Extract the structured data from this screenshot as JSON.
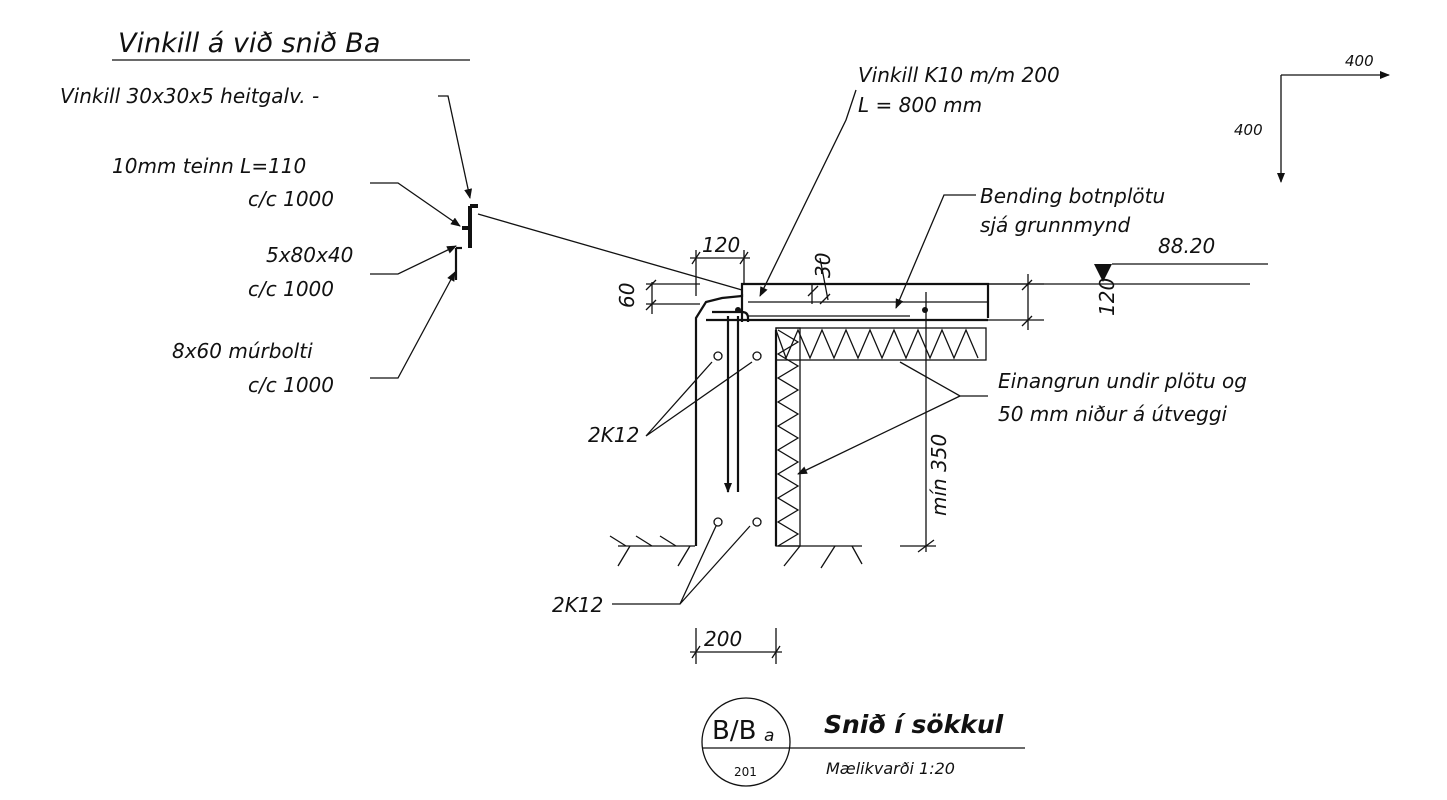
{
  "detail": {
    "title": "Vinkill á við snið Ba",
    "angle_label": "Vinkill 30x30x5 heitgalv. -",
    "rod_label_1": "10mm teinn L=110",
    "rod_label_2": "c/c 1000",
    "plate_label_1": "5x80x40",
    "plate_label_2": "c/c 1000",
    "bolt_label_1": "8x60 múrbolti",
    "bolt_label_2": "c/c 1000"
  },
  "section": {
    "angle_note_1": "Vinkill K10 m/m 200",
    "angle_note_2": "L = 800 mm",
    "bending_note_1": "Bending botnplötu",
    "bending_note_2": "sjá grunnmynd",
    "insulation_note_1": "Einangrun undir plötu og",
    "insulation_note_2": "50 mm niður á útveggi",
    "rebar_top": "2K12",
    "rebar_bottom": "2K12",
    "dim_120_top": "120",
    "dim_30": "30",
    "dim_60": "60",
    "dim_120_right": "120",
    "dim_350": "mín 350",
    "dim_200": "200",
    "level": "88.20"
  },
  "arrow": {
    "horizontal": "400",
    "vertical": "400"
  },
  "title_block": {
    "section_ref": "B/B",
    "section_ref_sub": "a",
    "sheet": "201",
    "title": "Snið í sökkul",
    "scale": "Mælikvarði 1:20"
  }
}
